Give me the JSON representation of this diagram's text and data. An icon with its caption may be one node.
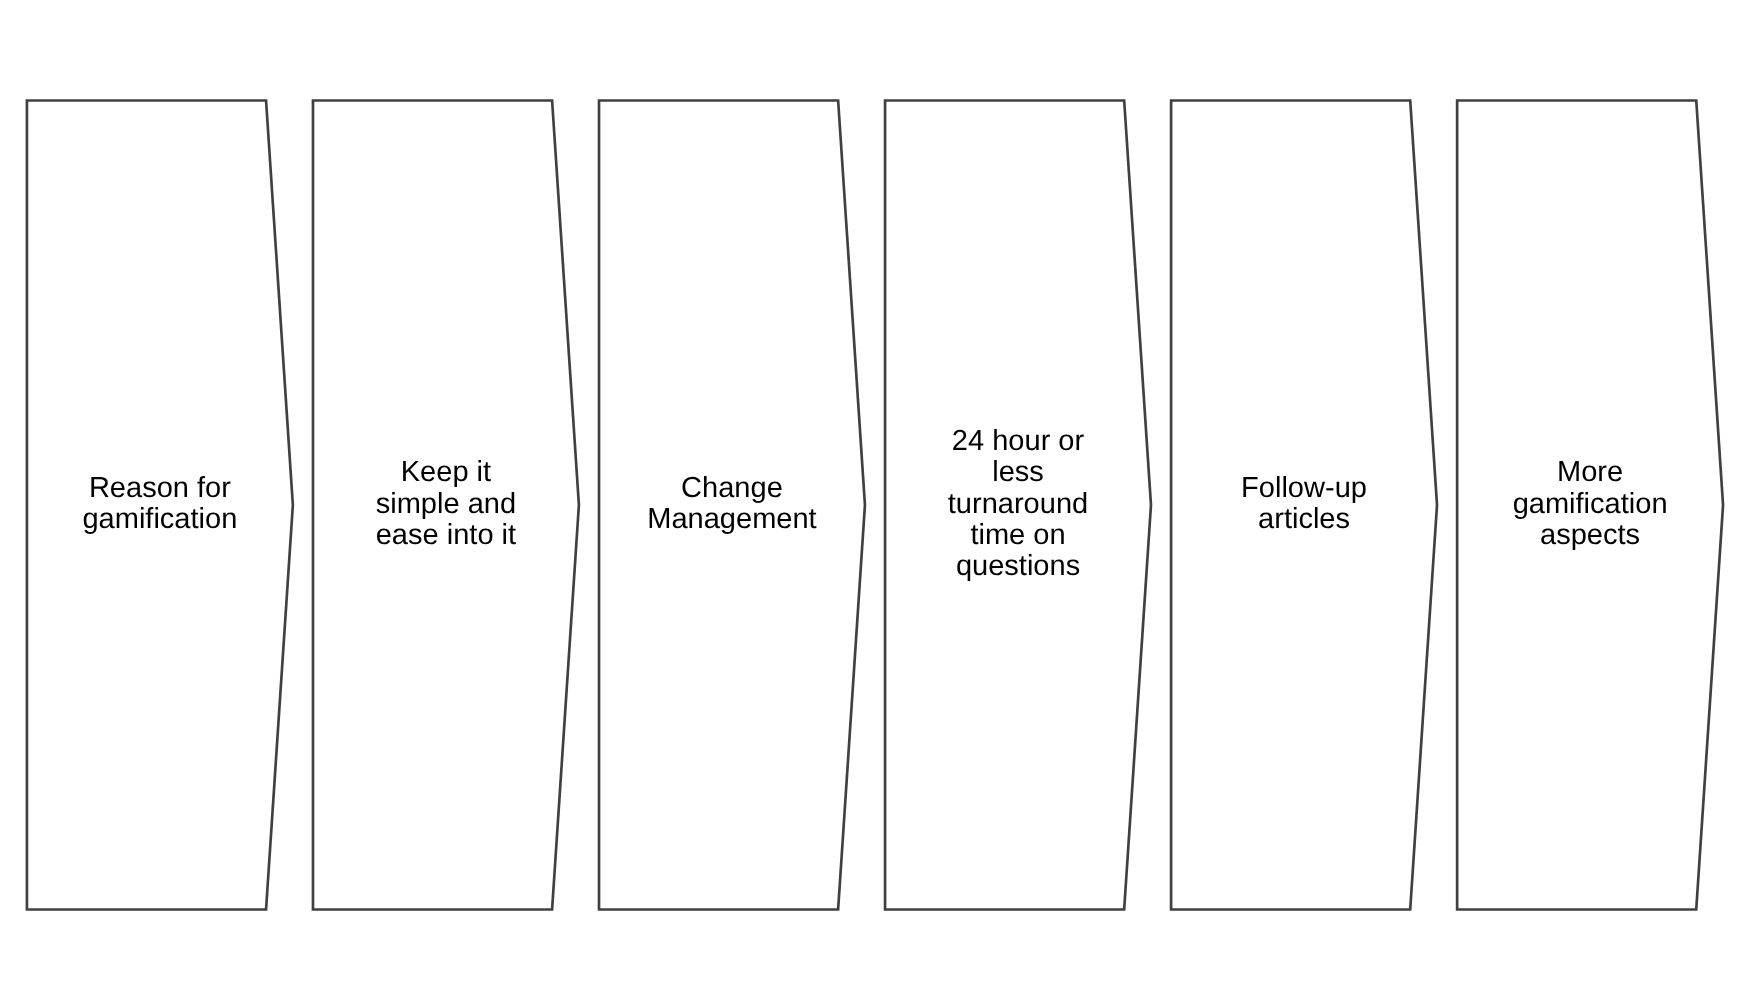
{
  "diagram": {
    "nodes": [
      {
        "text": [
          "Reason for gamification"
        ]
      },
      {
        "text": [
          "Keep it simple and ease into it"
        ]
      },
      {
        "text": [
          "Change Management"
        ]
      },
      {
        "text": [
          "24 hour or less turnaround time on questions"
        ]
      },
      {
        "text": [
          "Follow-up articles"
        ]
      },
      {
        "text": [
          "More gamification aspects"
        ]
      }
    ]
  }
}
